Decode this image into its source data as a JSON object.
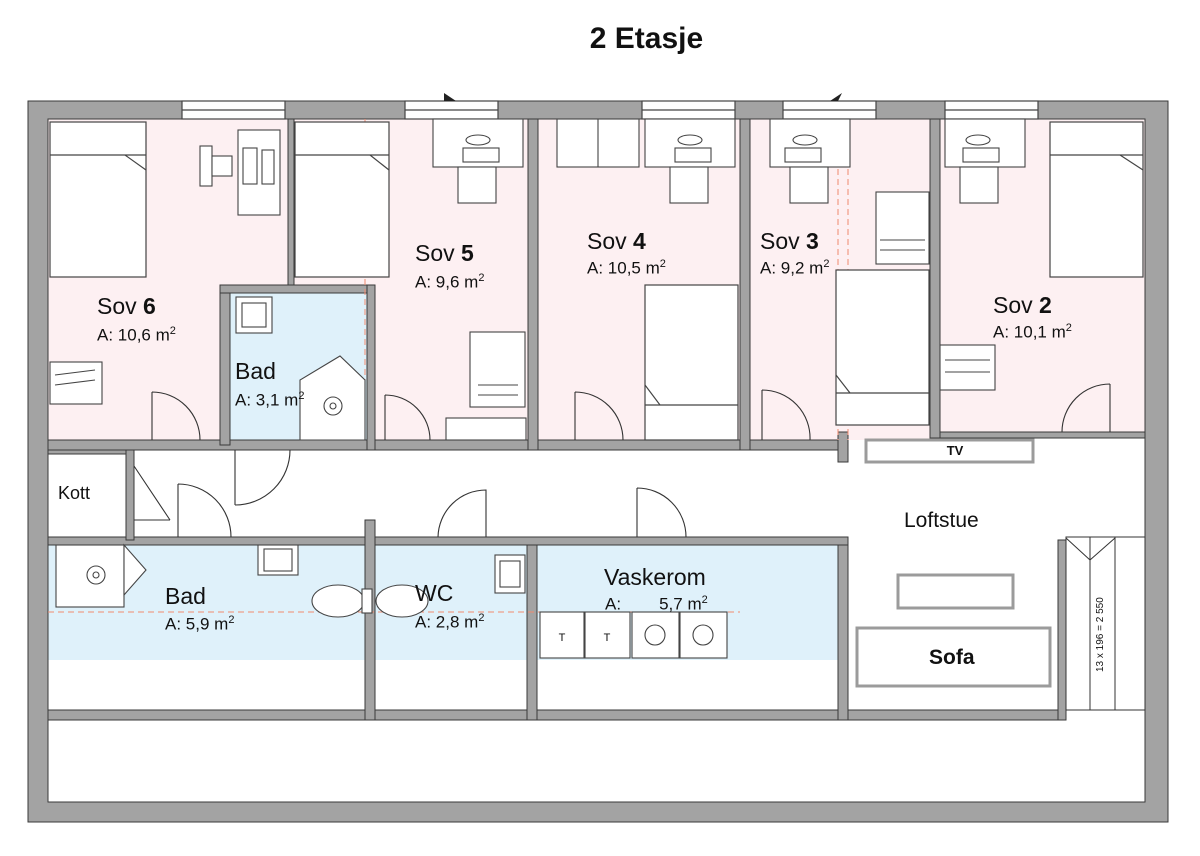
{
  "title": "2 Etasje",
  "colors": {
    "bedroom": "#fdf0f2",
    "wet": "#dff1fa",
    "wall": "#a3a3a3",
    "line": "#444444",
    "dim": "#f08a6e"
  },
  "area_prefix": "A:",
  "area_unit": "m",
  "area_exp": "2",
  "rooms": {
    "sov6": {
      "name": "Sov",
      "num": "6",
      "area": "10,6"
    },
    "sov5": {
      "name": "Sov",
      "num": "5",
      "area": "9,6"
    },
    "sov4": {
      "name": "Sov",
      "num": "4",
      "area": "10,5"
    },
    "sov3": {
      "name": "Sov",
      "num": "3",
      "area": "9,2"
    },
    "sov2": {
      "name": "Sov",
      "num": "2",
      "area": "10,1"
    },
    "bad_small": {
      "name": "Bad",
      "area": "3,1"
    },
    "bad_large": {
      "name": "Bad",
      "area": "5,9"
    },
    "wc": {
      "name": "WC",
      "area": "2,8"
    },
    "vaskerom": {
      "name": "Vaskerom",
      "area": "5,7"
    },
    "kott": {
      "name": "Kott"
    },
    "loftstue": {
      "name": "Loftstue"
    }
  },
  "furniture": {
    "tv": "TV",
    "sofa": "Sofa",
    "appliance_t": "T"
  },
  "stairs_text": "13 x 196 = 2 550"
}
